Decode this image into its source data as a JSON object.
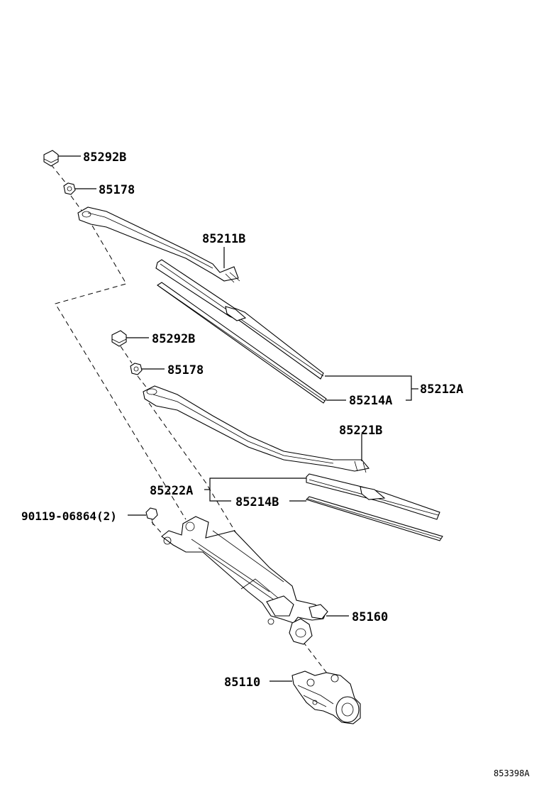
{
  "labels": {
    "cap_upper": "85292B",
    "nut_upper": "85178",
    "arm_upper": "85211B",
    "blade_assy_upper": "85212A",
    "rubber_upper": "85214A",
    "cap_lower": "85292B",
    "nut_lower": "85178",
    "arm_lower": "85221B",
    "blade_assy_lower": "85222A",
    "rubber_lower": "85214B",
    "bolt": "90119-06864(2)",
    "linkage": "85160",
    "motor": "85110"
  },
  "figure_id": "853398A"
}
